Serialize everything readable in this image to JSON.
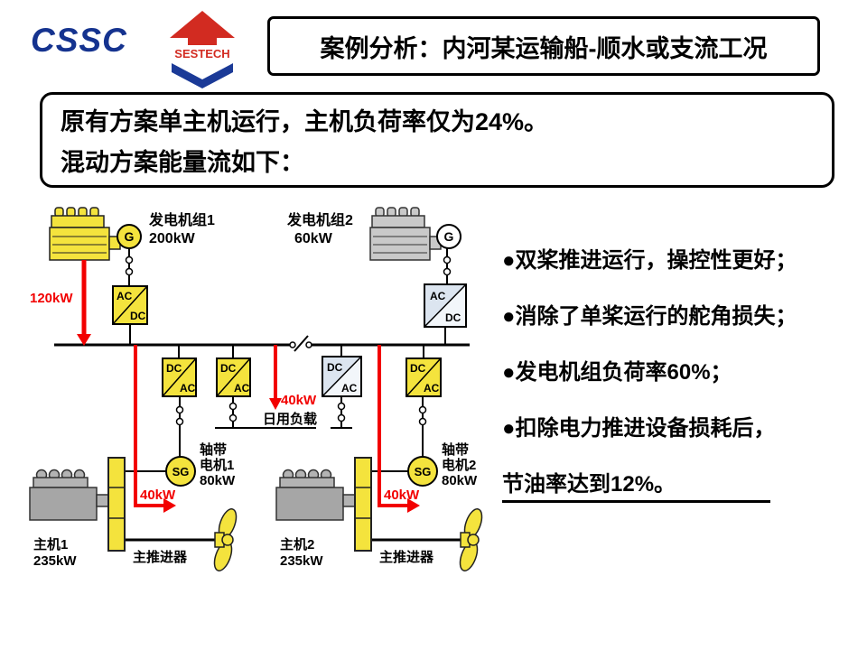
{
  "header": {
    "cssc_logo": "CSSC",
    "sestech_logo": "SESTECH",
    "title": "案例分析：内河某运输船-顺水或支流工况"
  },
  "intro": {
    "line1": "原有方案单主机运行，主机负荷率仅为24%。",
    "line2": "混动方案能量流如下："
  },
  "diagram": {
    "genset1": {
      "name": "发电机组1",
      "power": "200kW",
      "symbol": "G"
    },
    "genset2": {
      "name": "发电机组2",
      "power": "60kW",
      "symbol": "G"
    },
    "converters": {
      "ac": "AC",
      "dc": "DC"
    },
    "flows": {
      "main": "120kW",
      "daily": "40kW",
      "shaft1": "40kW",
      "shaft2": "40kW"
    },
    "daily_load_label": "日用负载",
    "motor1": {
      "line1": "轴带",
      "line2": "电机1",
      "power": "80kW",
      "symbol": "SG"
    },
    "motor2": {
      "line1": "轴带",
      "line2": "电机2",
      "power": "80kW",
      "symbol": "SG"
    },
    "engine1": {
      "name": "主机1",
      "power": "235kW"
    },
    "engine2": {
      "name": "主机2",
      "power": "235kW"
    },
    "prop1": "主推进器",
    "prop2": "主推进器"
  },
  "bullets": {
    "items": [
      "●双桨推进运行，操控性更好；",
      "●消除了单桨运行的舵角损失；",
      "●发电机组负荷率60%；",
      "●扣除电力推进设备损耗后，"
    ],
    "underlined": "节油率达到12%。"
  },
  "colors": {
    "flow_red": "#f20000",
    "device_yellow": "#f4e33d",
    "inactive_gray": "#c9c9c9",
    "converter_white": "#f2f6fa",
    "converter_blue_tint": "#dce5f0",
    "logo_blue": "#1b3a97",
    "logo_red": "#d22b21"
  }
}
